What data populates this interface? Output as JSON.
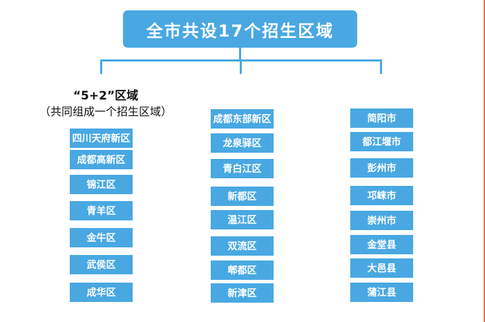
{
  "title": "全市共设17个招生区域",
  "left_group": {
    "heading": "“5+2”区域",
    "subheading": "（共同组成一个招生区域）",
    "items": [
      "四川天府新区",
      "成都高新区",
      "锦江区",
      "青羊区",
      "金牛区",
      "武侯区",
      "成华区"
    ]
  },
  "middle_group": {
    "items": [
      "成都东部新区",
      "龙泉驿区",
      "青白江区",
      "新都区",
      "温江区",
      "双流区",
      "郫都区",
      "新津区"
    ]
  },
  "right_group": {
    "items": [
      "简阳市",
      "都江堰市",
      "彭州市",
      "邛崃市",
      "崇州市",
      "金堂县",
      "大邑县",
      "蒲江县"
    ]
  },
  "colors": {
    "box": "#49a8e2",
    "text": "#ffffff",
    "accent_edge": "#e96d4d"
  }
}
